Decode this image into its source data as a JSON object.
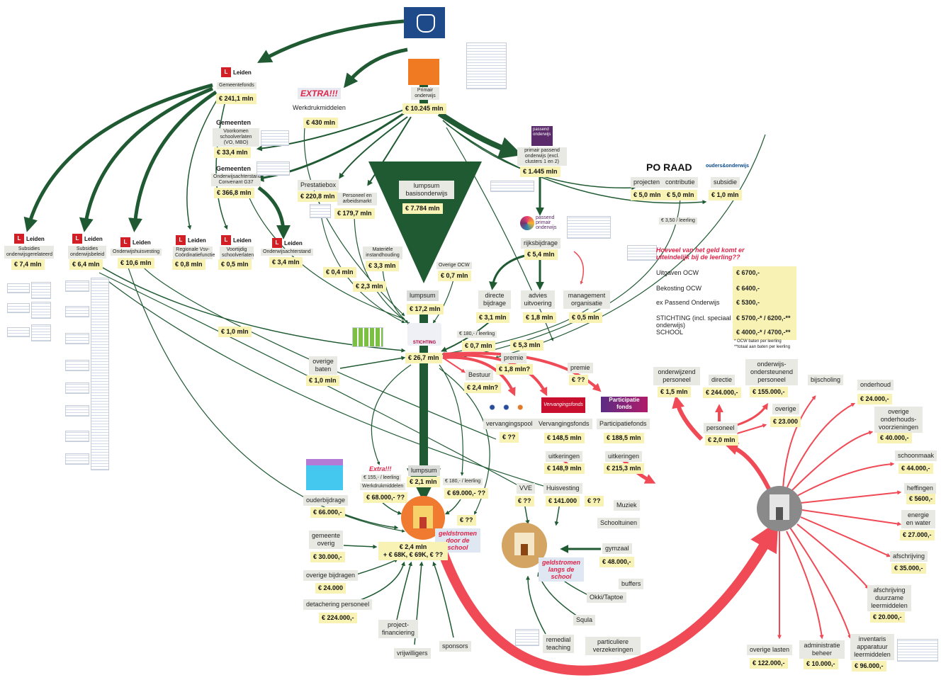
{
  "top": {
    "rijk_logo": "rijksoverheid-logo",
    "primair_label": "Primair onderwijs",
    "primair_amount": "€ 10.245 mln"
  },
  "extra_top": {
    "tag": "EXTRA!!!",
    "label": "Werkdrukmiddelen",
    "amount": "€ 430 mln"
  },
  "leiden_main": {
    "brand": "Leiden",
    "label": "Gemeentefonds",
    "amount": "€ 241,1 mln"
  },
  "gemeenten1": {
    "title": "Gemeenten",
    "label": "Voorkomen schoolverlaten (VO, MBO)",
    "amount": "€ 33,4 mln"
  },
  "gemeenten2": {
    "title": "Gemeenten",
    "label": "Onderwijsachterstand Convenant G37",
    "amount": "€ 366,8 mln"
  },
  "leiden_row": [
    {
      "brand": "Leiden",
      "label": "Subsidies onderwijsgerelateerd",
      "amount": "€ 7,4 mln"
    },
    {
      "brand": "Leiden",
      "label": "Subsidies onderwijsbeleid",
      "amount": "€ 6,4 mln"
    },
    {
      "brand": "Leiden",
      "label": "Onderwijshuisvesting",
      "amount": "€ 10,6 mln"
    },
    {
      "brand": "Leiden",
      "label": "Regionale Vsv-Coördinatiefunctie",
      "amount": "€ 0,8 mln"
    },
    {
      "brand": "Leiden",
      "label": "Voortijdig schoolverlaten",
      "amount": "€ 0,5 mln"
    },
    {
      "brand": "Leiden",
      "label": "Onderwijsachterstand",
      "amount": "€ 3,4 mln"
    }
  ],
  "prestatiebox": {
    "label": "Prestatiebox",
    "amount": "€ 220,8 mln"
  },
  "personeel_arbeidsmarkt": {
    "label": "Personeel en arbeidsmarkt",
    "amount": "€ 179,7 mln"
  },
  "lumpsum_basis": {
    "label": "lumpsum basisonderwijs",
    "amount": "€ 7.784 mln"
  },
  "materiele": {
    "label": "Materiële instandhouding",
    "amount": "€ 3,3 mln"
  },
  "overige_ocw": {
    "label": "Overige OCW",
    "amount": "€ 0,7 mln"
  },
  "misc_amounts": {
    "a1": "€ 0,4 mln",
    "a2": "€ 2,3 mln",
    "a3": "€ 1,0 mln",
    "a4": "€ 0,7 mln",
    "a5": "€ 5,3 mln"
  },
  "lumpsum_school": {
    "label": "lumpsum",
    "amount": "€ 17,2 mln"
  },
  "stichting": {
    "label": "STICHTING",
    "amount": "€ 26,7 mln"
  },
  "overige_baten": {
    "label": "overige baten",
    "amount": "€ 1,0 mln"
  },
  "passend": {
    "label": "primair passend onderwijs (excl. clusters 1 en 2)",
    "amount": "€ 1.445 mln",
    "logo_text": "passend onderwijs"
  },
  "ppo": {
    "logo_text": "passend primair onderwijs",
    "label": "rijksbijdrage",
    "amount": "€ 5,4 mln"
  },
  "directe_bijdrage": {
    "label": "directe bijdrage",
    "amount": "€ 3,1 mln"
  },
  "advies": {
    "label": "advies uitvoering",
    "amount": "€ 1,8 mln"
  },
  "management": {
    "label": "management organisatie",
    "amount": "€ 0,5 mln"
  },
  "per_leerling_180": "€ 180,- / leerling",
  "po_raad": {
    "logo": "PO RAAD",
    "projecten": "projecten",
    "projecten_amt": "€ 5,0 mln",
    "contributie": "contributie",
    "contributie_amt": "€ 5,0 mln",
    "per_leerling": "€ 3,50 / leerling"
  },
  "ouders": {
    "logo": "ouders&onderwijs",
    "label": "subsidie",
    "amount": "€ 1,0 mln"
  },
  "question": {
    "title": "Hoeveel van het geld komt er uiteindelijk bij de leerling??",
    "rows": [
      {
        "label": "Uitgaven OCW",
        "value": "€ 6700,-"
      },
      {
        "label": "Bekosting OCW",
        "value": "€ 6400,-"
      },
      {
        "label": "ex Passend Onderwijs",
        "value": "€ 5300,-"
      },
      {
        "label": "STICHTING (incl. speciaal onderwijs)",
        "value": "€ 5700,-* / 6200,-**"
      },
      {
        "label": "SCHOOL",
        "value": "€ 4000,-* / 4700,-**"
      }
    ],
    "note1": "* OCW baten per leerling",
    "note2": "**totaal aan baten per leerling"
  },
  "bestuur": {
    "label": "Bestuur",
    "amount": "€ 2,4 mln?"
  },
  "premie1": {
    "label": "premie",
    "amount": "€ 1,8 mln?"
  },
  "premie2": {
    "label": "premie",
    "amount": "€ ??"
  },
  "vervangingspool": {
    "label": "vervangingspool",
    "amount": "€ ??"
  },
  "vervangingsfonds": {
    "logo": "Vervangingsfonds",
    "label": "Vervangingsfonds",
    "amount": "€ 148,5 mln",
    "uitk_label": "uitkeringen",
    "uitk_amount": "€ 148,9 mln"
  },
  "participatiefonds": {
    "logo": "Participatie fonds",
    "label": "Participatiefonds",
    "amount": "€ 188,5 mln",
    "uitk_label": "uitkeringen",
    "uitk_amount": "€ 215,3 mln"
  },
  "school_lumpsum": {
    "label": "lumpsum",
    "amount": "€ 2,1 mln"
  },
  "extra_school": {
    "tag": "Extra!!!",
    "per": "€ 155,- / leerling",
    "label": "Werkdrukmiddelen",
    "amount": "€ 68.000,- ??"
  },
  "per180_school": {
    "per": "€ 180,- / leerling",
    "amount": "€ 69.000,- ??"
  },
  "school_qq": "€ ??",
  "vve": {
    "label": "VVE",
    "amount": "€ ??"
  },
  "huisvesting": {
    "label": "Huisvesting",
    "amount": "€ 141.000",
    "q": "€ ??"
  },
  "muziek": "Muziek",
  "schooltuinen": "Schooltuinen",
  "gymzaal": {
    "label": "gymzaal",
    "amount": "€ 48.000,-"
  },
  "buffers": "buffers",
  "okki": "Okki/Taptoe",
  "squla": "Squla",
  "remedial": "remedial teaching",
  "verzekeringen": "particuliere verzekeringen",
  "ouderbijdrage": {
    "label": "ouderbijdrage",
    "amount": "€ 66.000,-"
  },
  "gemeente_overig": {
    "label": "gemeente overig",
    "amount": "€ 30.000,-"
  },
  "overige_bijdragen": {
    "label": "overige bijdragen",
    "amount": "€ 24.000"
  },
  "detachering": {
    "label": "detachering personeel",
    "amount": "€ 224.000,-"
  },
  "projectfin": "project-financiering",
  "vrijwilligers": "vrijwilligers",
  "sponsors": "sponsors",
  "school_total": {
    "line1": "€ 2,4 mln",
    "line2": "+ € 68K, € 69K, € ??"
  },
  "door_school": "geldstromen door de school",
  "langs_school": "geldstromen langs de school",
  "spend": {
    "personeel": {
      "label": "personeel",
      "amount": "€ 2,0 mln"
    },
    "onderwijzend": {
      "label": "onderwijzend personeel",
      "amount": "€ 1,5 mln"
    },
    "directie": {
      "label": "directie",
      "amount": "€ 244.000,-"
    },
    "ondersteunend": {
      "label": "onderwijs-ondersteunend personeel",
      "amount": "€ 155.000,-"
    },
    "overige": {
      "label": "overige",
      "amount": "€ 23.000"
    },
    "bijscholing": "bijscholing",
    "onderhoud": {
      "label": "onderhoud",
      "amount": "€ 24.000,-"
    },
    "overige_onderhoud": {
      "label": "overige onderhouds-voorzieningen",
      "amount": "€ 40.000,-"
    },
    "schoonmaak": {
      "label": "schoonmaak",
      "amount": "€ 44.000,-"
    },
    "heffingen": {
      "label": "heffingen",
      "amount": "€ 5600,-"
    },
    "energie": {
      "label": "energie en water",
      "amount": "€ 27.000,-"
    },
    "afschrijving": {
      "label": "afschrijving",
      "amount": "€ 35.000,-"
    },
    "afschrijving_duurzaam": {
      "label": "afschrijving duurzame leermiddelen",
      "amount": "€ 20.000,-"
    },
    "inventaris": {
      "label": "inventaris apparatuur leermiddelen",
      "amount": "€ 96.000,-"
    },
    "administratie": {
      "label": "administratie beheer",
      "amount": "€ 10.000,-"
    },
    "overige_lasten": {
      "label": "overige lasten",
      "amount": "€ 122.000,-"
    }
  },
  "colors": {
    "green": "#1f5a32",
    "red": "#ef4a55",
    "yellow": "#f8f3b5",
    "grey": "#e9e9e4"
  }
}
